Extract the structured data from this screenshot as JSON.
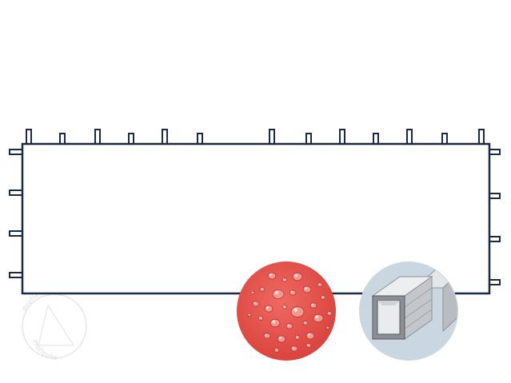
{
  "panel": {
    "frame_color": "#1b2a44",
    "fill": "#ffffff",
    "top_loops": 13,
    "left_loops": 4,
    "right_loops": 4,
    "loop_gap": "center"
  },
  "badges": [
    {
      "name": "waterproof-fabric-badge",
      "subject": "water-droplets-on-red-fabric",
      "color": "#e44c47"
    },
    {
      "name": "steel-profile-badge",
      "subject": "square-steel-tube-cross-section",
      "color": "#c9d4de"
    }
  ],
  "watermark": {
    "top_text": "Profizelte",
    "bottom_text": "Profizelte"
  }
}
